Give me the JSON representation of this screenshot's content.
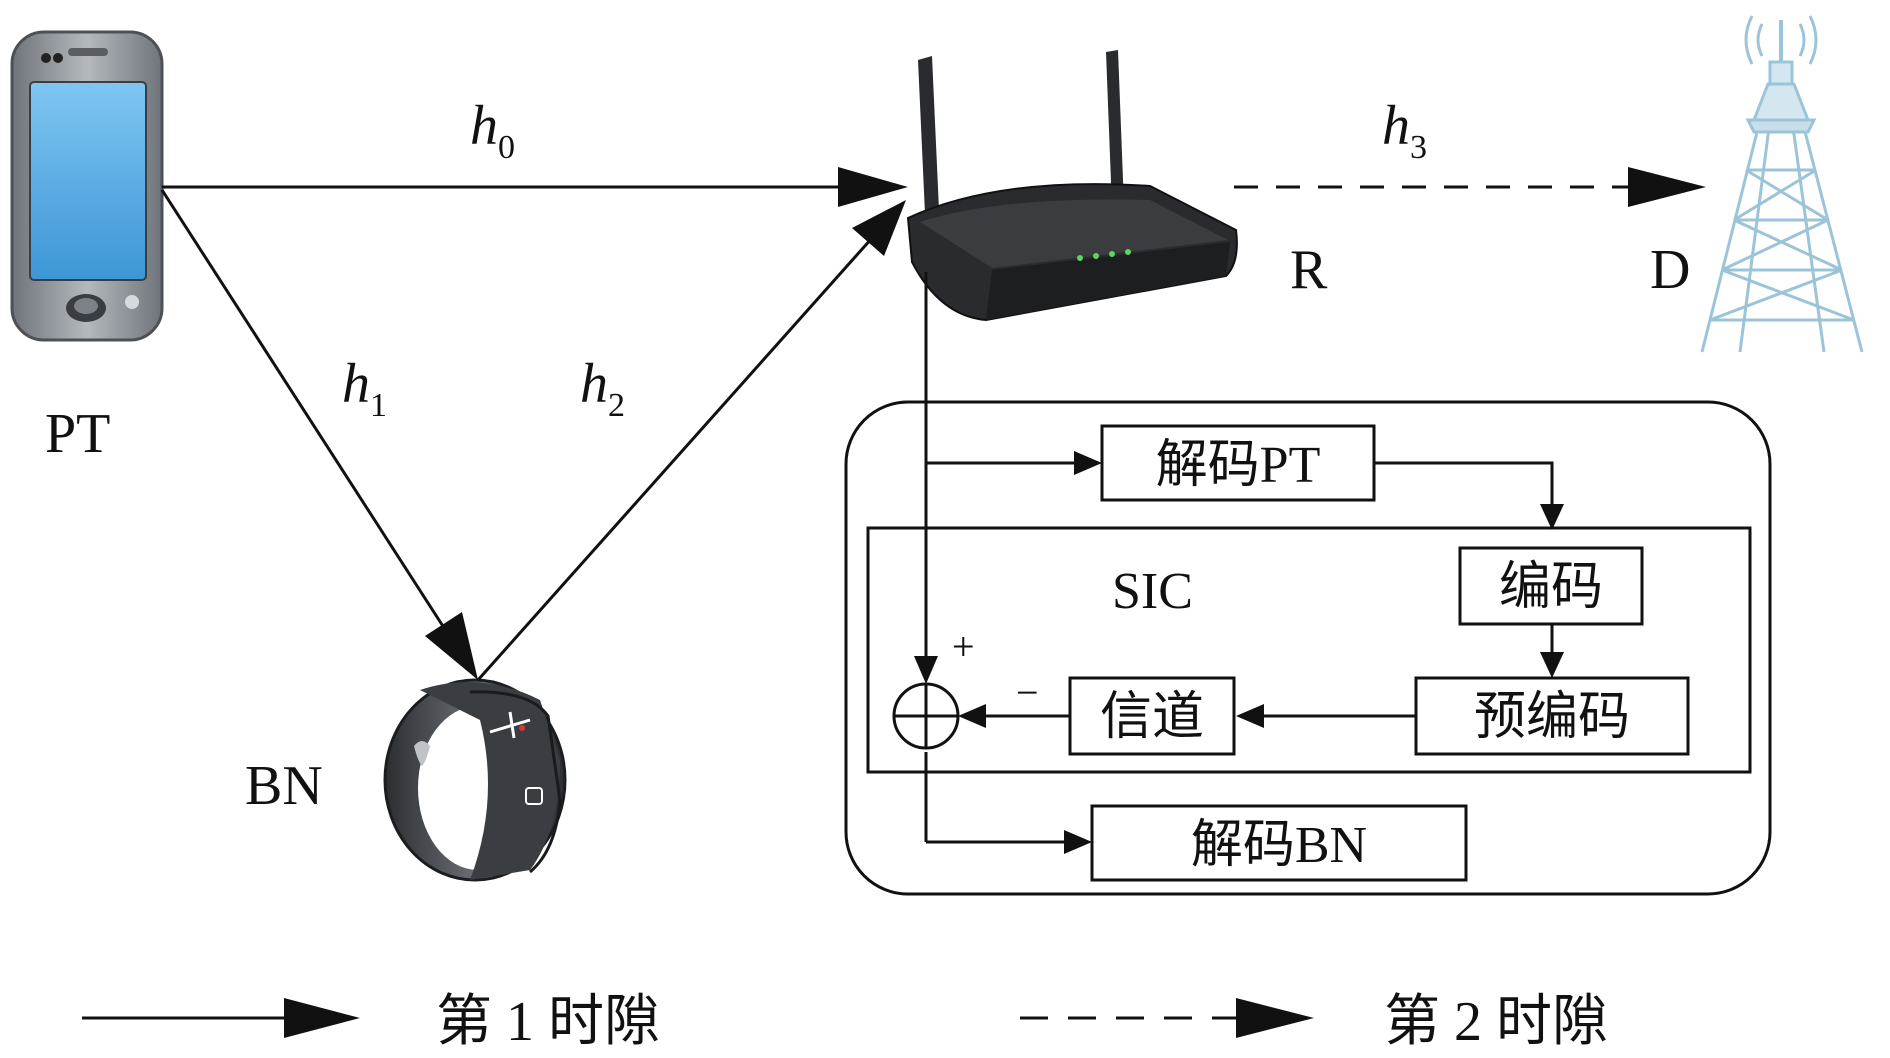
{
  "nodes": {
    "pt": {
      "label": "PT"
    },
    "relay": {
      "label": "R"
    },
    "dest": {
      "label": "D"
    },
    "bn": {
      "label": "BN"
    }
  },
  "channels": {
    "h0": {
      "base": "h",
      "sub": "0"
    },
    "h1": {
      "base": "h",
      "sub": "1"
    },
    "h2": {
      "base": "h",
      "sub": "2"
    },
    "h3": {
      "base": "h",
      "sub": "3"
    }
  },
  "sic_panel": {
    "decode_pt": "解码PT",
    "sic_label": "SIC",
    "encode": "编码",
    "precode": "预编码",
    "channel": "信道",
    "decode_bn": "解码BN",
    "plus_sign": "+",
    "minus_sign": "−"
  },
  "legend": {
    "slot1": "第 1 时隙",
    "slot2": "第 2 时隙"
  },
  "colors": {
    "line": "#111111",
    "phone_body": "#8e9399",
    "phone_screen": "#5fb2e8",
    "router_body": "#2a2b2e",
    "tower": "#b9d6e4"
  },
  "icons": [
    "phone-icon",
    "router-icon",
    "tower-icon",
    "wristband-icon",
    "adder-icon"
  ]
}
